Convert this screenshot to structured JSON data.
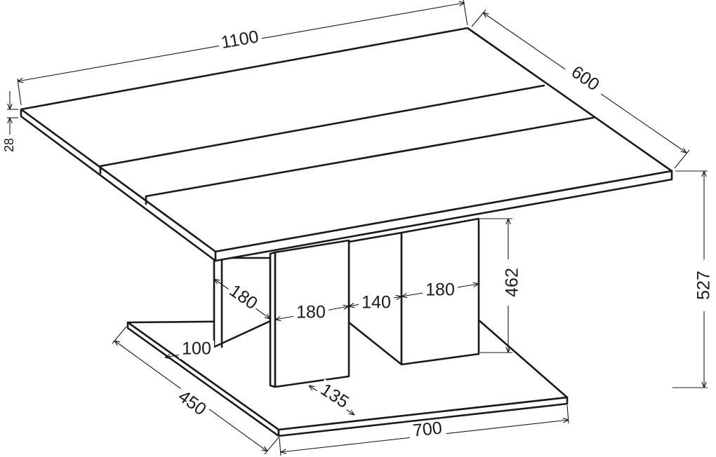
{
  "dimensions": {
    "top_length": "1100",
    "top_depth": "600",
    "top_thickness": "28",
    "total_height": "527",
    "column_height": "462",
    "column_depth": "180",
    "column_width_front": "180",
    "column_gap": "140",
    "column_width_back": "180",
    "base_setback": "100",
    "base_depth": "450",
    "base_front_offset": "135",
    "base_length": "700"
  },
  "colors": {
    "line": "#1a1a1a",
    "background": "#ffffff"
  }
}
